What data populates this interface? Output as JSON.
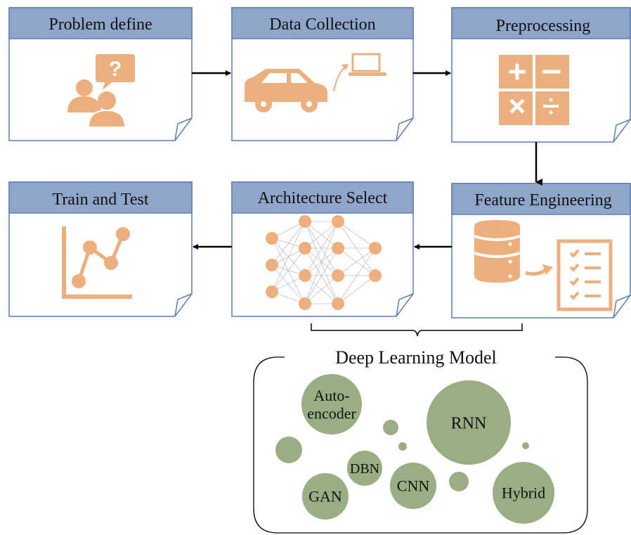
{
  "colors": {
    "header_fill": "#8FA5C9",
    "card_border": "#5B7DB5",
    "icon": "#EDAF7D",
    "bubble": "#9AAE83",
    "arrow": "#000000"
  },
  "steps": [
    {
      "id": "problem",
      "label": "Problem define",
      "icon": "people-question-icon"
    },
    {
      "id": "data",
      "label": "Data Collection",
      "icon": "car-to-laptop-icon"
    },
    {
      "id": "preprocess",
      "label": "Preprocessing",
      "icon": "calculator-icon"
    },
    {
      "id": "feature",
      "label": "Feature Engineering",
      "icon": "database-checklist-icon"
    },
    {
      "id": "architecture",
      "label": "Architecture Select",
      "icon": "neural-network-icon"
    },
    {
      "id": "train",
      "label": "Train and Test",
      "icon": "line-chart-icon"
    }
  ],
  "flow": [
    "problem",
    "data",
    "preprocess",
    "feature",
    "architecture",
    "train"
  ],
  "models": {
    "title": "Deep Learning Model",
    "bubbles": [
      {
        "label": "Auto-\nencoder"
      },
      {
        "label": "RNN"
      },
      {
        "label": "DBN"
      },
      {
        "label": "CNN"
      },
      {
        "label": "GAN"
      },
      {
        "label": "Hybrid"
      },
      {
        "label": ""
      },
      {
        "label": ""
      },
      {
        "label": ""
      },
      {
        "label": ""
      },
      {
        "label": ""
      }
    ]
  }
}
